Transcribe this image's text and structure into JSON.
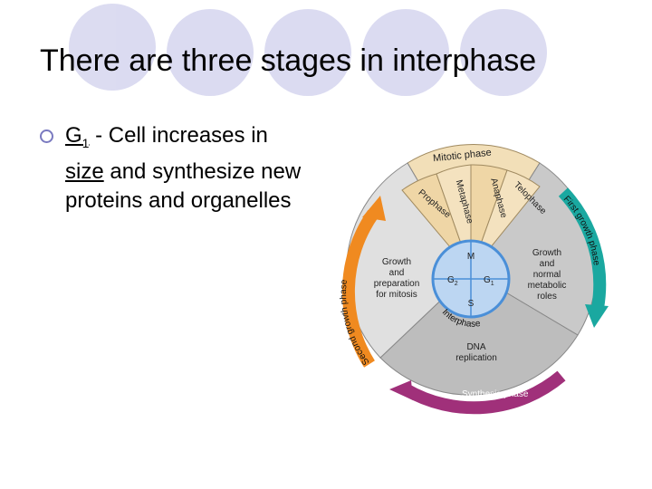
{
  "slide": {
    "title": "There are three stages in interphase",
    "bullet": {
      "term": "G",
      "term_subscript": "1",
      "separator": " - Cell increases in ",
      "underlined_word": "size",
      "rest": " and synthesize new proteins and organelles"
    }
  },
  "diagram": {
    "mitotic_label": "Mitotic phase",
    "prophase": "Prophase",
    "metaphase": "Metaphase",
    "anaphase": "Anaphase",
    "telophase": "Telophase",
    "first_growth": "First growth phase",
    "second_growth": "Second growth phase",
    "synthesis": "Synthesis phase",
    "g1_text_1": "Growth",
    "g1_text_2": "and",
    "g1_text_3": "normal",
    "g1_text_4": "metabolic",
    "g1_text_5": "roles",
    "g2_text_1": "Growth",
    "g2_text_2": "and",
    "g2_text_3": "preparation",
    "g2_text_4": "for mitosis",
    "s_text_1": "DNA",
    "s_text_2": "replication",
    "center_m": "M",
    "center_g2": "G",
    "center_g2_sub": "2",
    "center_g1": "G",
    "center_g1_sub": "1",
    "center_s": "S",
    "interphase": "Interphase",
    "colors": {
      "mitotic": "#f2dfb8",
      "g1": "#c9c9c9",
      "g2": "#e0e0e0",
      "s": "#bdbdbd",
      "first_arrow": "#1aa8a0",
      "second_arrow": "#f08a20",
      "synthesis_arrow": "#a0307a",
      "center": "#4a8fd8"
    }
  }
}
